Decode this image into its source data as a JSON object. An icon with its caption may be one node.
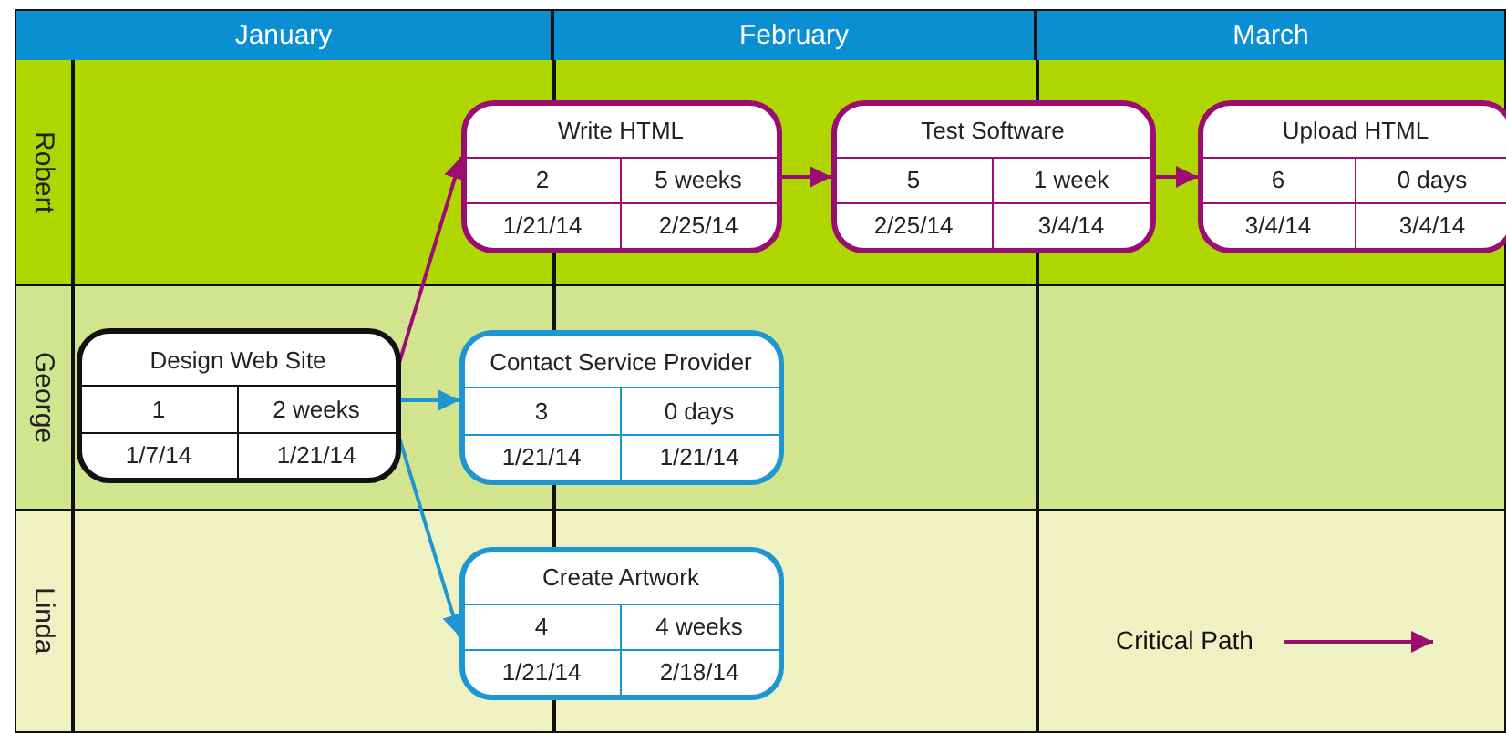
{
  "diagram": {
    "nodes": [
      {
        "text": [
          "January"
        ]
      },
      {
        "text": [
          "February"
        ]
      },
      {
        "text": [
          "March"
        ]
      },
      {
        "text": [
          "Robert"
        ]
      },
      {
        "text": [
          "Write HTML",
          "2",
          "5 weeks",
          "1/21/14",
          "2/25/14"
        ],
        "in": 3
      },
      {
        "text": [
          "Test Software",
          "5",
          "1 week",
          "2/25/14",
          "3/4/14"
        ],
        "in": 3
      },
      {
        "text": [
          "Upload HTML",
          "6",
          "0 days",
          "3/4/14",
          "3/4/14"
        ],
        "in": 3
      },
      {
        "text": [
          "George"
        ]
      },
      {
        "text": [
          "Design Web Site",
          "1",
          "2 weeks",
          "1/7/14",
          "1/21/14"
        ],
        "in": 7
      },
      {
        "text": [
          "Contact Service Provider",
          "3",
          "0 days",
          "1/21/14",
          "1/21/14"
        ],
        "in": 7
      },
      {
        "text": [
          "Linda"
        ]
      },
      {
        "text": [
          "Create Artwork",
          "4",
          "4 weeks",
          "1/21/14",
          "2/18/14"
        ],
        "in": 10
      }
    ],
    "edges": [
      {
        "from": 8,
        "to": 4,
        "arrow": "to"
      },
      {
        "from": 8,
        "to": 9,
        "arrow": "to",
        "color": "#1e96d2"
      },
      {
        "from": 8,
        "to": 11,
        "arrow": "to",
        "color": "#1e96d2"
      },
      {
        "from": 4,
        "to": 5,
        "arrow": "to"
      },
      {
        "from": 5,
        "to": 6,
        "arrow": "to"
      }
    ],
    "legend": [
      {
        "text": "Critical Path"
      }
    ]
  }
}
